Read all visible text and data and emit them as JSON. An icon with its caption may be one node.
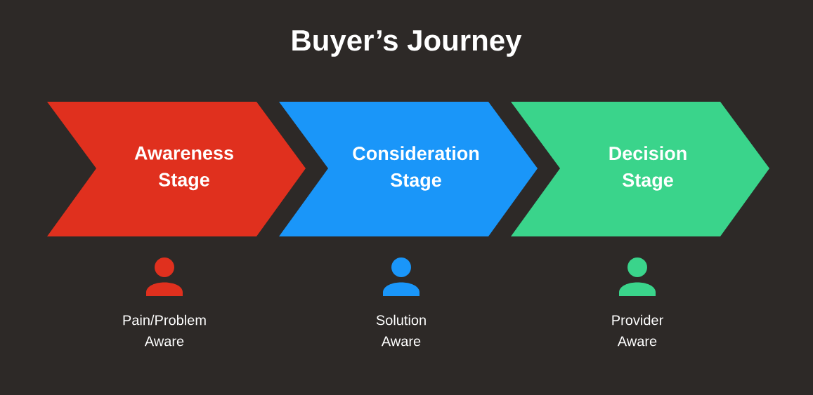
{
  "diagram": {
    "title": "Buyer’s Journey",
    "nodes": [
      {
        "text": [
          "Awareness Stage"
        ]
      },
      {
        "text": [
          "Consideration Stage"
        ]
      },
      {
        "text": [
          "Decision Stage"
        ]
      }
    ],
    "labels": [
      "Pain/Problem Aware",
      "Solution Aware",
      "Provider Aware"
    ]
  }
}
